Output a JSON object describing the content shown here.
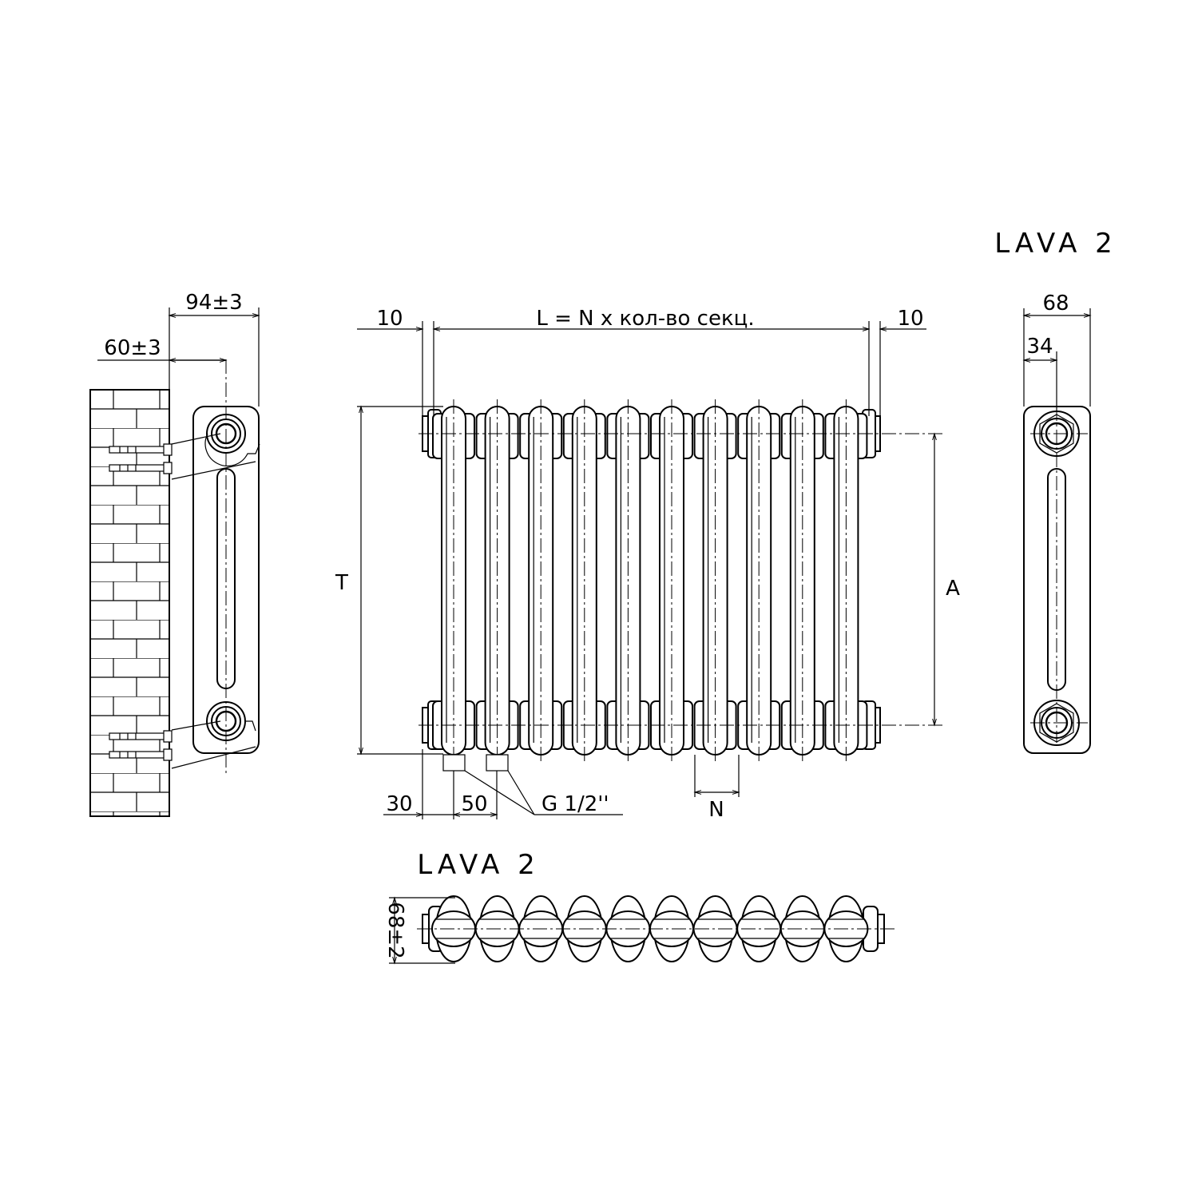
{
  "titles": {
    "side_view_title": "LAVA 2",
    "top_view_title": "LAVA 2"
  },
  "dimensions": {
    "wall_depth": "94±3",
    "axis_offset": "60±3",
    "end_gap_left": "10",
    "end_gap_right": "10",
    "length_formula": "L = N x кол-во секц.",
    "total_height": "T",
    "axis_distance": "A",
    "end_offset": "30",
    "pipe_spacing": "50",
    "thread": "G 1/2''",
    "section_pitch": "N",
    "depth_right": "68",
    "half_depth_right": "34",
    "depth_top": "68±2"
  },
  "radiator": {
    "section_count": 10
  }
}
